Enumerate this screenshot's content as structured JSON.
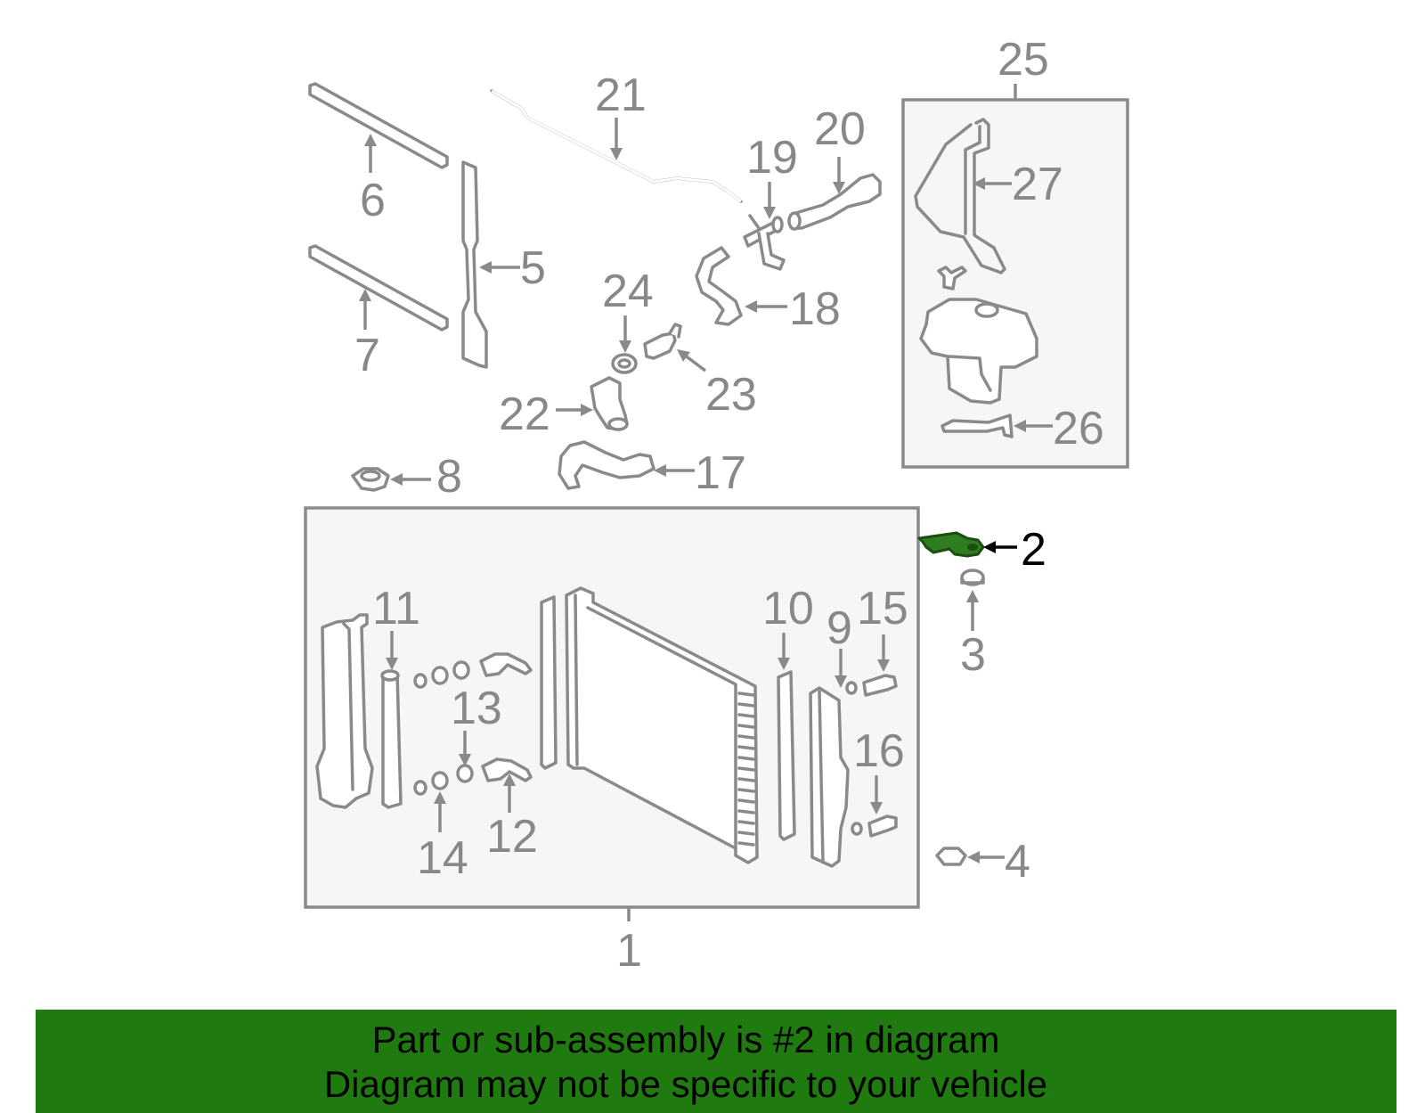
{
  "callouts": {
    "c1": "1",
    "c2": "2",
    "c3": "3",
    "c4": "4",
    "c5": "5",
    "c6": "6",
    "c7": "7",
    "c8": "8",
    "c9": "9",
    "c10": "10",
    "c11": "11",
    "c12": "12",
    "c13": "13",
    "c14": "14",
    "c15": "15",
    "c16": "16",
    "c17": "17",
    "c18": "18",
    "c19": "19",
    "c20": "20",
    "c21": "21",
    "c22": "22",
    "c23": "23",
    "c24": "24",
    "c25": "25",
    "c26": "26",
    "c27": "27"
  },
  "highlighted_part": "2",
  "colors": {
    "highlight": "#2e7d1f",
    "banner": "#1f7a0f",
    "line": "#8a8a8a",
    "box_fill": "#f6f6f6"
  },
  "banner": {
    "line1": "Part or sub-assembly is #2 in diagram",
    "line2": "Diagram may not be specific to your vehicle"
  }
}
